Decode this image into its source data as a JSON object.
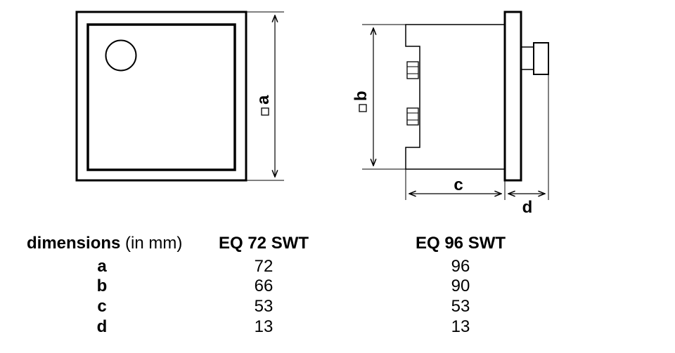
{
  "diagram": {
    "front_label": "a",
    "side_height_label": "b",
    "depth_label": "c",
    "bezel_label": "d"
  },
  "table": {
    "heading": "dimensions",
    "heading_unit": "(in mm)",
    "col_72": "EQ 72 SWT",
    "col_96": "EQ 96 SWT",
    "rows": [
      {
        "label": "a",
        "v72": "72",
        "v96": "96"
      },
      {
        "label": "b",
        "v72": "66",
        "v96": "90"
      },
      {
        "label": "c",
        "v72": "53",
        "v96": "53"
      },
      {
        "label": "d",
        "v72": "13",
        "v96": "13"
      }
    ]
  }
}
